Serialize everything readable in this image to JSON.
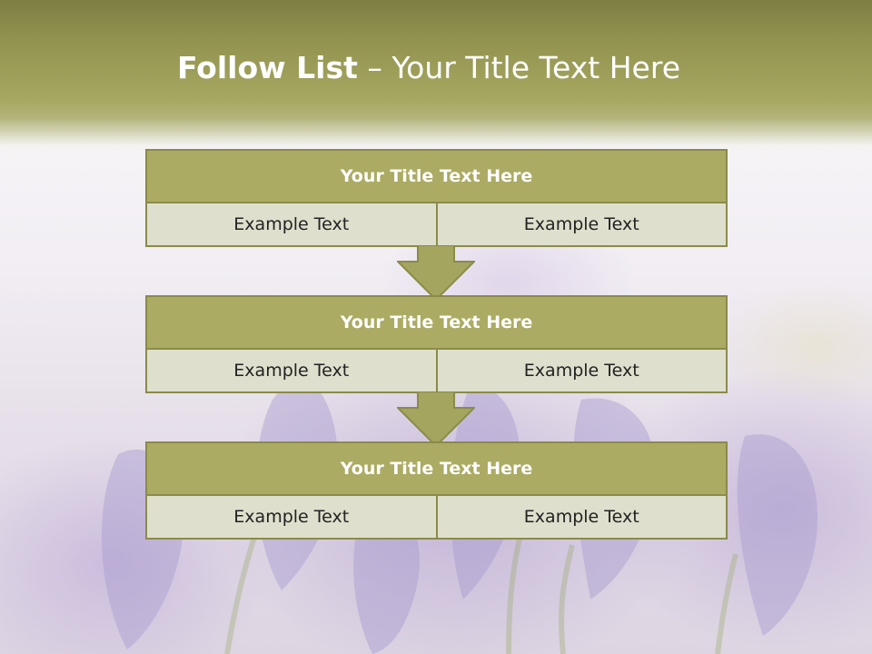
{
  "slide": {
    "title_bold": "Follow List",
    "title_sep": " – ",
    "title_rest": "Your Title Text Here"
  },
  "steps": [
    {
      "title": "Your Title Text Here",
      "left": "Example Text",
      "right": "Example Text"
    },
    {
      "title": "Your Title Text Here",
      "left": "Example Text",
      "right": "Example Text"
    },
    {
      "title": "Your Title Text Here",
      "left": "Example Text",
      "right": "Example Text"
    }
  ],
  "colors": {
    "header_band": "#939550",
    "box_title_fill": "#abab63",
    "box_border": "#8a8b4a",
    "cell_fill": "#dfdfcd",
    "arrow_fill": "#a4a55e"
  },
  "background_image": "purple-crocus-flowers"
}
